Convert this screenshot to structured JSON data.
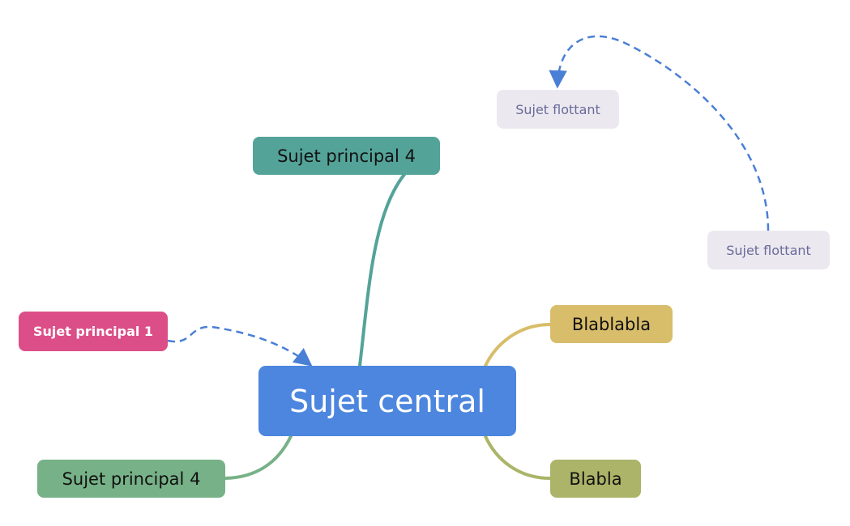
{
  "mindmap": {
    "central": {
      "label": "Sujet central",
      "color": "#4c86de"
    },
    "topics": [
      {
        "id": "main-top",
        "label": "Sujet principal 4",
        "color": "#54a399",
        "link_color": "#54a399"
      },
      {
        "id": "main-1",
        "label": "Sujet principal 1",
        "color": "#dc4e88",
        "link_color": "#4a7fd6"
      },
      {
        "id": "main-bottom",
        "label": "Sujet principal 4",
        "color": "#77b187",
        "link_color": "#77b187"
      },
      {
        "id": "blablabla",
        "label": "Blablabla",
        "color": "#d8bd6a",
        "link_color": "#d8bd6a"
      },
      {
        "id": "blabla",
        "label": "Blabla",
        "color": "#abb468",
        "link_color": "#abb468"
      }
    ],
    "floating": [
      {
        "id": "float-1",
        "label": "Sujet flottant",
        "color": "#ebe9ef"
      },
      {
        "id": "float-2",
        "label": "Sujet flottant",
        "color": "#ebe9ef"
      }
    ],
    "relation_color": "#4a7fd6"
  }
}
